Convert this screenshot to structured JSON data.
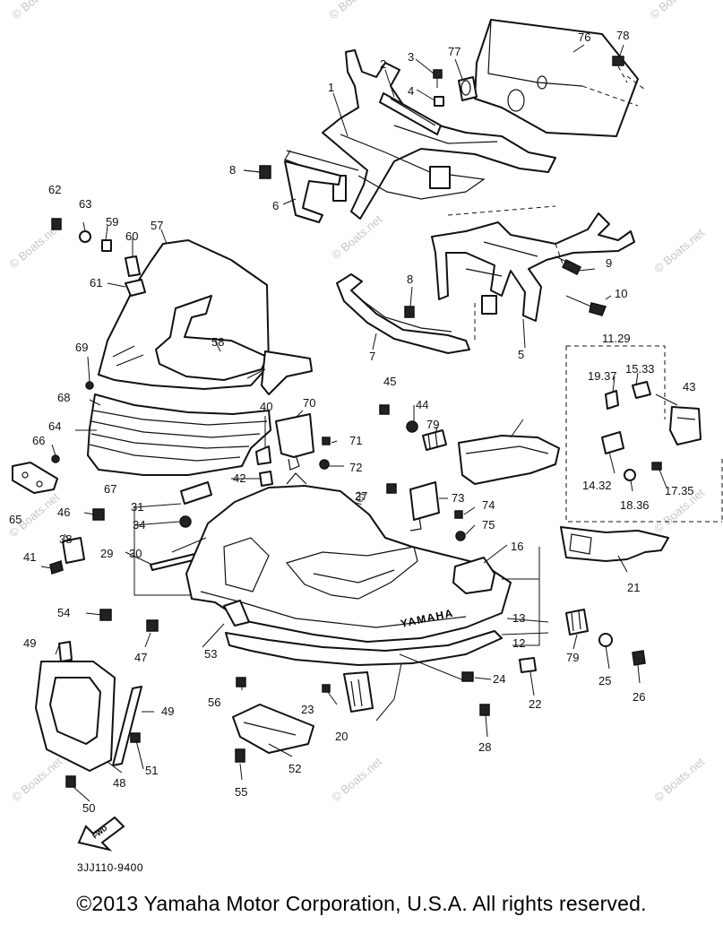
{
  "diagram": {
    "code": "3JJ110-9400",
    "arrow_label": "FWD",
    "brand_label": "YAMAHA",
    "watermark": "© Boats.net",
    "center_watermark": "© Boats.net",
    "callouts": {
      "c1": "1",
      "c2": "2",
      "c3": "3",
      "c4": "4",
      "c5": "5",
      "c6": "6",
      "c7": "7",
      "c8a": "8",
      "c8b": "8",
      "c9": "9",
      "c10": "10",
      "c11_29": "11.29",
      "c12": "12",
      "c13": "13",
      "c14_32": "14.32",
      "c15_33": "15.33",
      "c16": "16",
      "c17_35": "17.35",
      "c18_36": "18.36",
      "c19_37": "19.37",
      "c20": "20",
      "c21": "21",
      "c22": "22",
      "c23": "23",
      "c24": "24",
      "c25": "25",
      "c26": "26",
      "c27": "27",
      "c28": "28",
      "c29": "29",
      "c30": "30",
      "c31": "31",
      "c34": "34",
      "c38": "38",
      "c39": "39",
      "c40": "40",
      "c41": "41",
      "c42": "42",
      "c43": "43",
      "c44": "44",
      "c45": "45",
      "c46": "46",
      "c47": "47",
      "c48": "48",
      "c49a": "49",
      "c49b": "49",
      "c50": "50",
      "c51": "51",
      "c52": "52",
      "c53": "53",
      "c54": "54",
      "c55": "55",
      "c56": "56",
      "c57": "57",
      "c58": "58",
      "c59": "59",
      "c60": "60",
      "c61": "61",
      "c62": "62",
      "c63": "63",
      "c64": "64",
      "c65": "65",
      "c66": "66",
      "c67": "67",
      "c68": "68",
      "c69": "69",
      "c70": "70",
      "c71": "71",
      "c72": "72",
      "c73": "73",
      "c74": "74",
      "c75": "75",
      "c76": "76",
      "c77": "77",
      "c78": "78",
      "c79a": "79",
      "c79b": "79"
    }
  },
  "footer": {
    "copyright": "©2013 Yamaha Motor Corporation, U.S.A. All rights reserved."
  }
}
